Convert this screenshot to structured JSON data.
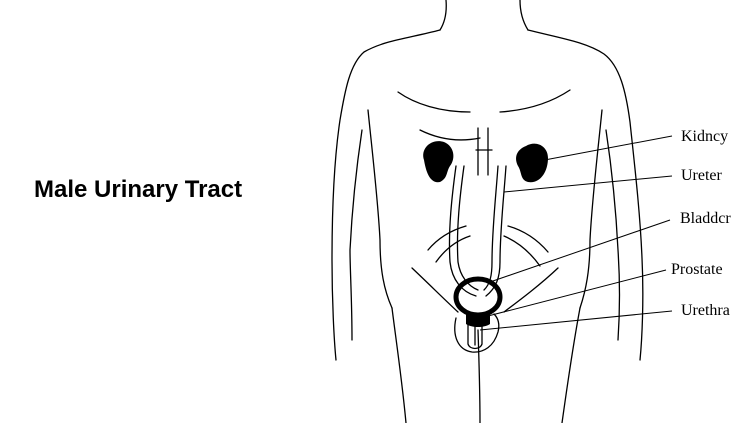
{
  "title": "Male Urinary Tract",
  "labels": {
    "kidney": "Kidncy",
    "ureter": "Ureter",
    "bladder": "Bladdcr",
    "prostate": "Prostate",
    "urethra": "Urethra"
  }
}
